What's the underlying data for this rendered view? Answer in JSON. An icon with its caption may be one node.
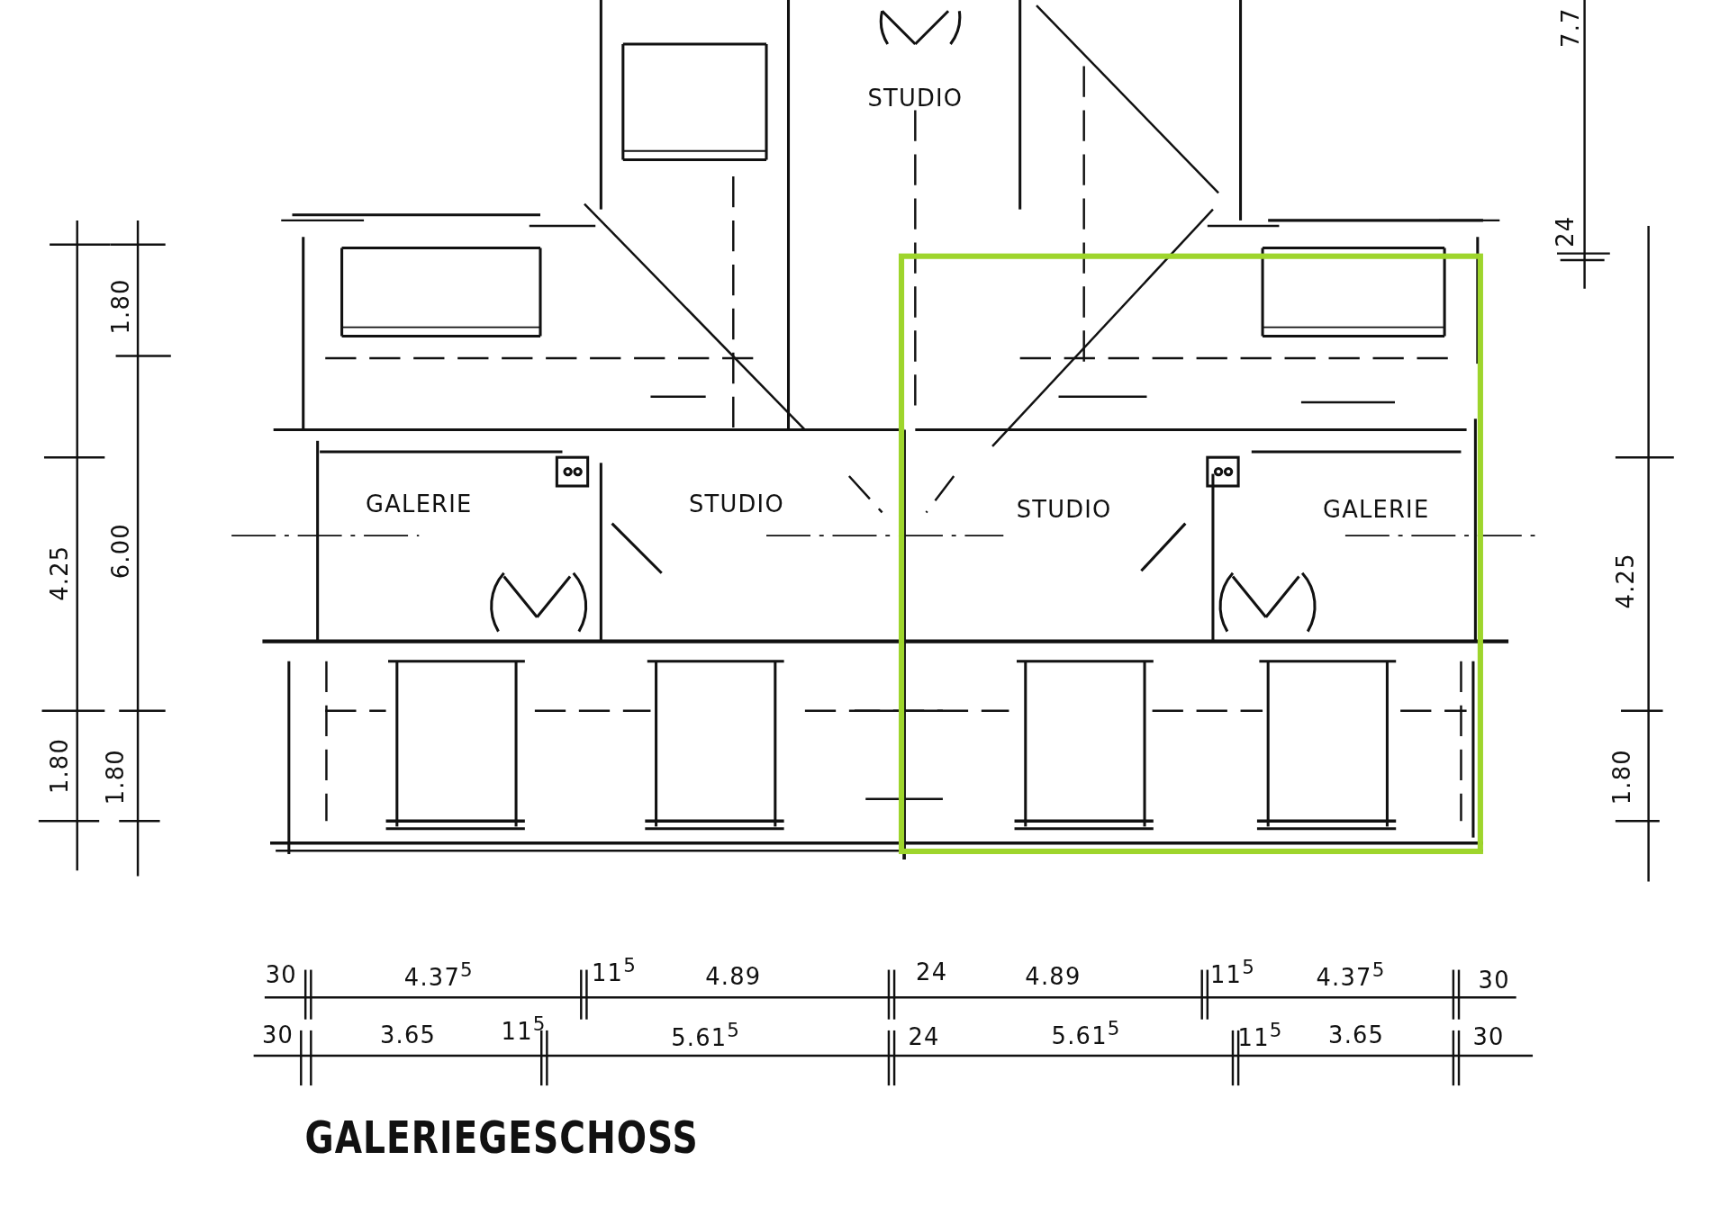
{
  "diagram": {
    "title": "GALERIEGESCHOSS",
    "nodes": [
      {
        "text": [
          "STUDIO"
        ]
      },
      {
        "text": [
          "GALERIE"
        ]
      },
      {
        "text": [
          "STUDIO"
        ]
      },
      {
        "text": [],
        "shape": "box"
      },
      {
        "text": [
          "STUDIO"
        ],
        "in": 3
      },
      {
        "text": [
          "GALERIE"
        ],
        "in": 3
      }
    ],
    "edges": [],
    "labels": [
      "7.7",
      "24",
      "1.80",
      "4.25",
      "6.00",
      "4.25",
      "1.80",
      "1.80",
      "1.80",
      "30",
      "4.37$^{5}$",
      "11$^{5}$",
      "4.89",
      "24",
      "4.89",
      "11$^{5}$",
      "4.37$^{5}$",
      "30",
      "30",
      "3.65",
      "11$^{5}$",
      "5.61$^{5}$",
      "24",
      "5.61$^{5}$",
      "11$^{5}$",
      "3.65",
      "30"
    ]
  }
}
